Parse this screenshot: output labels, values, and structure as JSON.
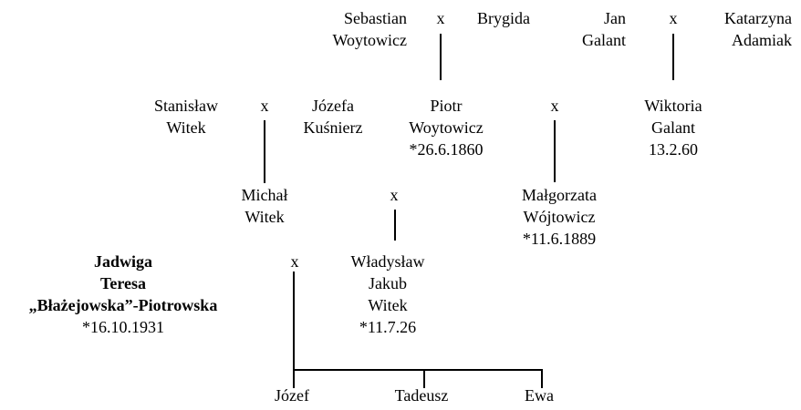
{
  "marriage_symbol": "x",
  "generation1": {
    "sebastian": [
      "Sebastian",
      "Woytowicz"
    ],
    "brygida": [
      "Brygida"
    ],
    "jan": [
      "Jan",
      "Galant"
    ],
    "katarzyna": [
      "Katarzyna",
      "Adamiak"
    ]
  },
  "generation2": {
    "stanislaw": [
      "Stanisław",
      "Witek"
    ],
    "jozefa": [
      "Józefa",
      "Kuśnierz"
    ],
    "piotr": [
      "Piotr",
      "Woytowicz",
      "*26.6.1860"
    ],
    "wiktoria": [
      "Wiktoria",
      "Galant",
      "13.2.60"
    ]
  },
  "generation3": {
    "michal": [
      "Michał",
      "Witek"
    ],
    "malgorzata": [
      "Małgorzata",
      "Wójtowicz",
      "*11.6.1889"
    ]
  },
  "generation4": {
    "jadwiga": [
      "Jadwiga",
      "Teresa",
      "„Błażejowska”-Piotrowska",
      "*16.10.1931"
    ],
    "wladyslaw": [
      "Władysław",
      "Jakub",
      "Witek",
      "*11.7.26"
    ]
  },
  "children": [
    "Józef",
    "Tadeusz",
    "Ewa"
  ]
}
